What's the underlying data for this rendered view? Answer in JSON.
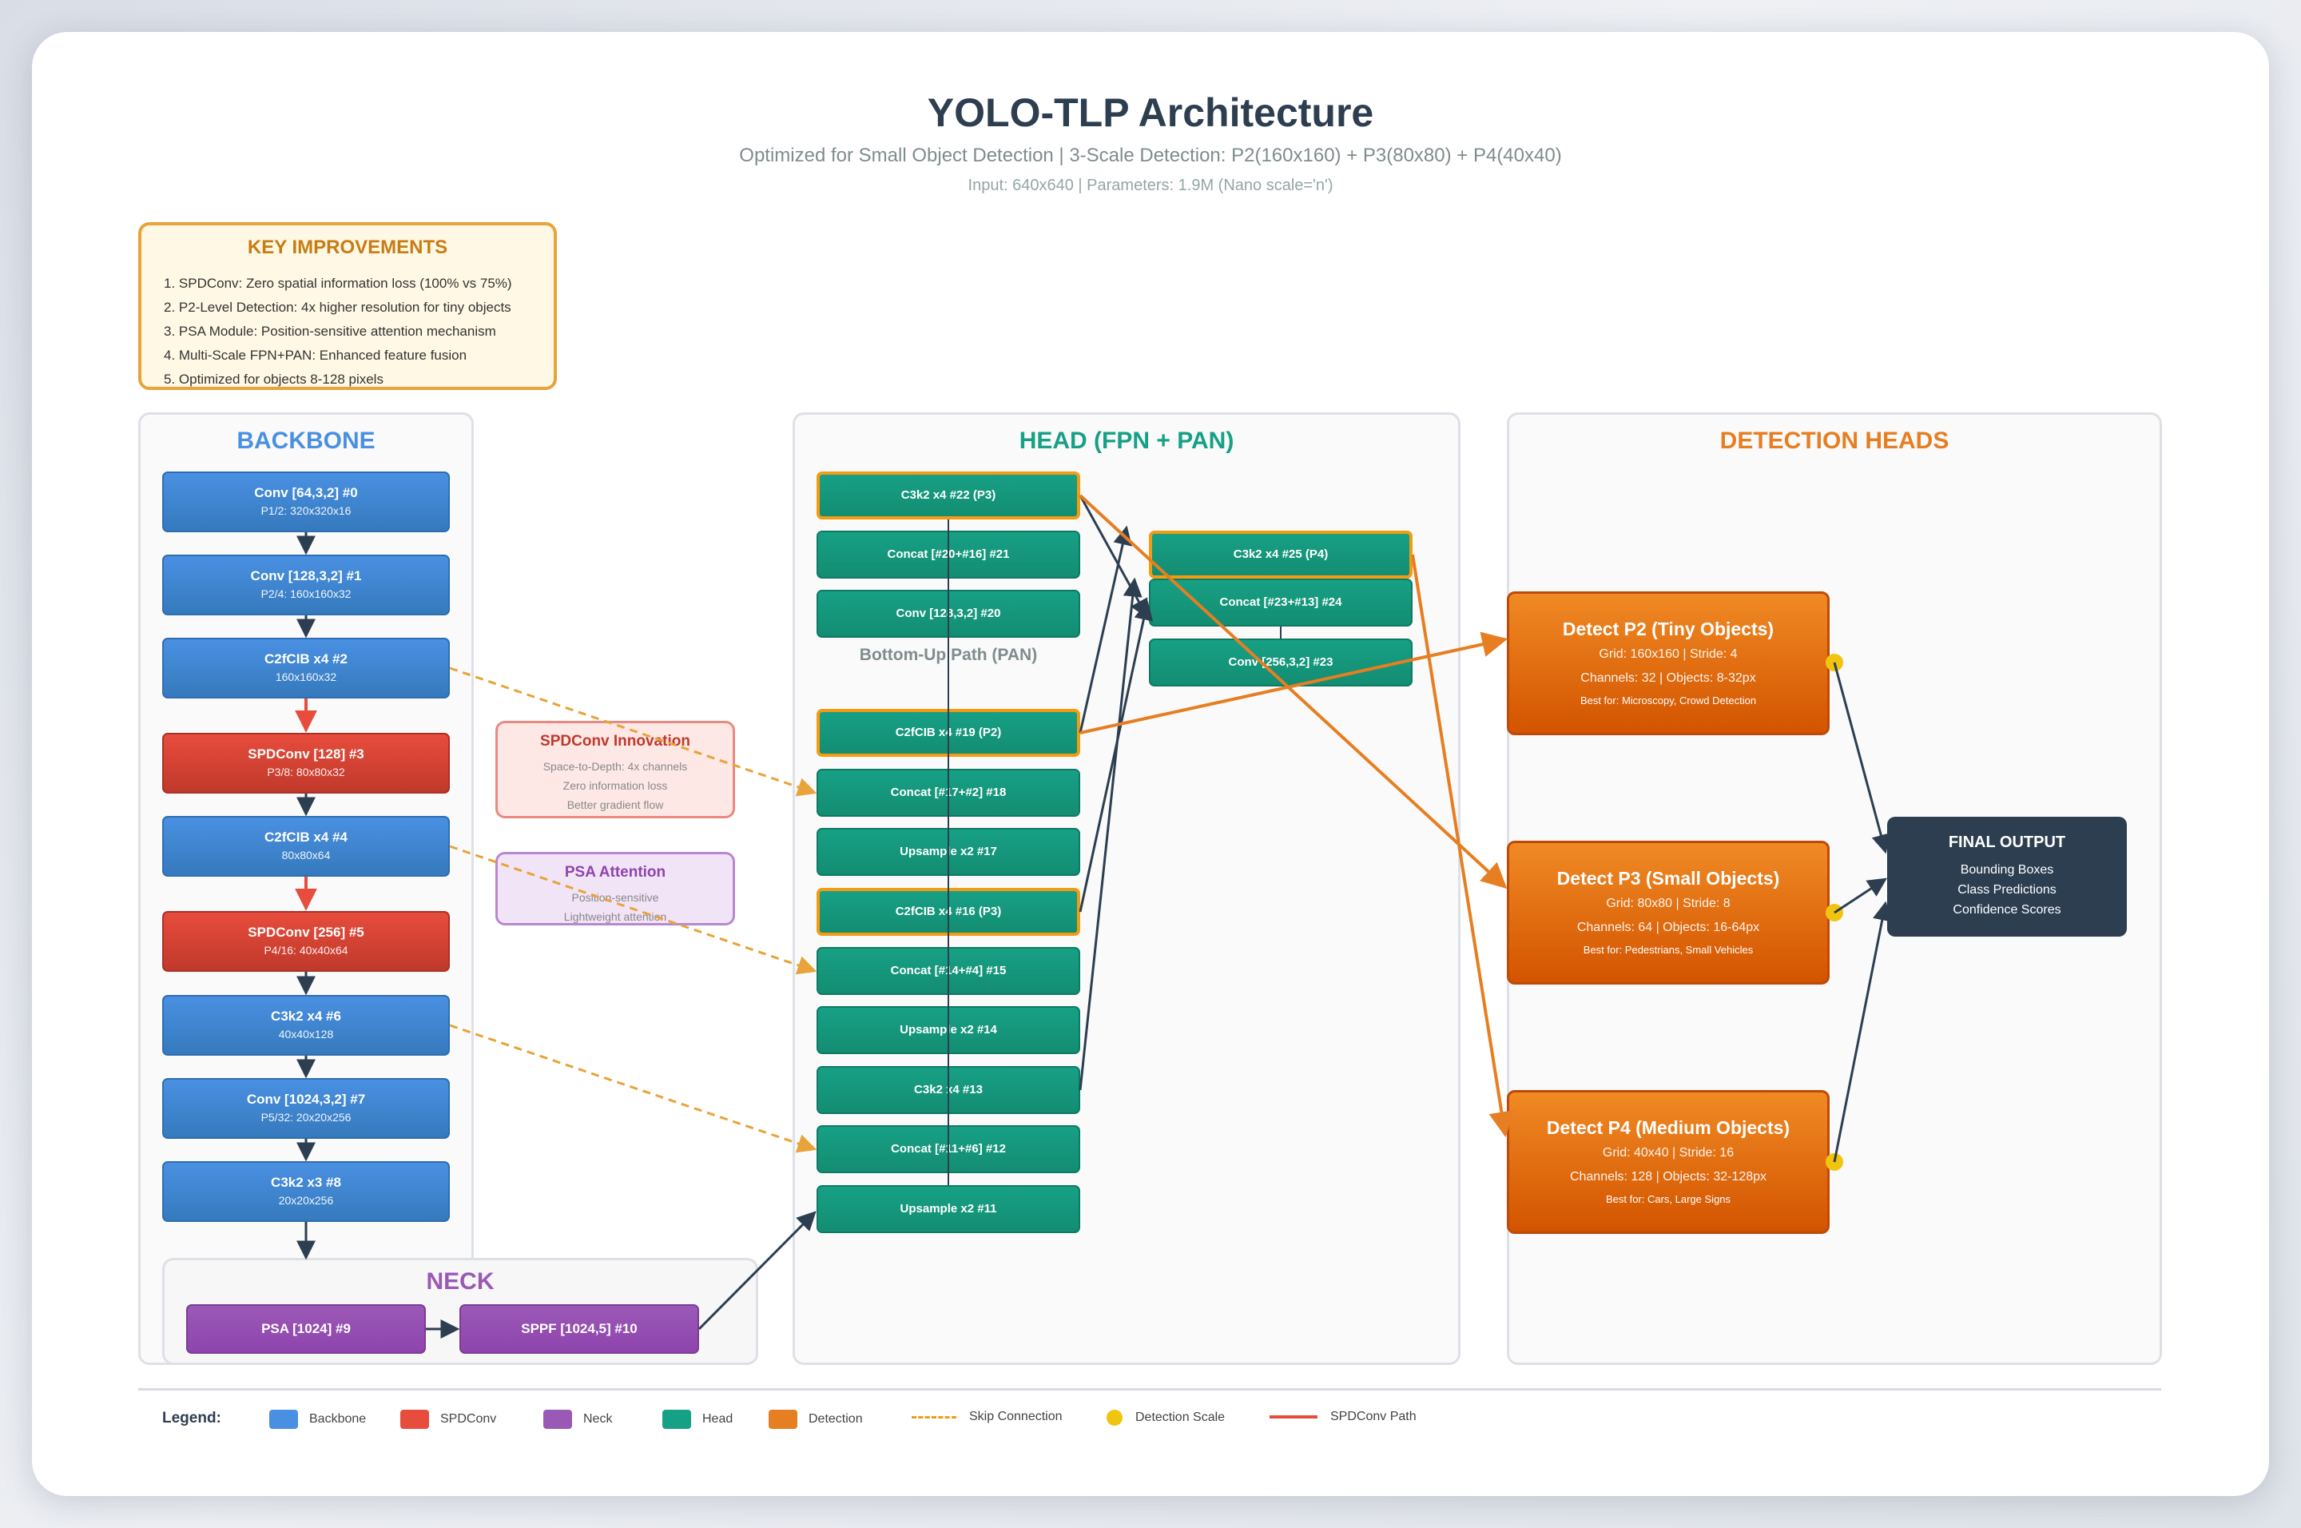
{
  "title": "YOLO-TLP Architecture",
  "subtitle": "Optimized for Small Object Detection | 3-Scale Detection: P2(160x160) + P3(80x80) + P4(40x40)",
  "info": "Input: 640x640 | Parameters: 1.9M (Nano scale='n')",
  "key_improvements": {
    "title": "KEY IMPROVEMENTS",
    "items": [
      "1. SPDConv: Zero spatial information loss (100% vs 75%)",
      "2. P2-Level Detection: 4x higher resolution for tiny objects",
      "3. PSA Module: Position-sensitive attention mechanism",
      "4. Multi-Scale FPN+PAN: Enhanced feature fusion",
      "5. Optimized for objects 8-128 pixels"
    ]
  },
  "panels": {
    "backbone": "BACKBONE",
    "head": "HEAD (FPN + PAN)",
    "detection": "DETECTION HEADS",
    "neck": "NECK"
  },
  "backbone": [
    {
      "title": "Conv [64,3,2] #0",
      "sub": "P1/2: 320x320x16",
      "kind": "bb"
    },
    {
      "title": "Conv [128,3,2] #1",
      "sub": "P2/4: 160x160x32",
      "kind": "bb"
    },
    {
      "title": "C2fCIB x4 #2",
      "sub": "160x160x32",
      "kind": "bb"
    },
    {
      "title": "SPDConv [128] #3",
      "sub": "P3/8: 80x80x32",
      "kind": "sp"
    },
    {
      "title": "C2fCIB x4 #4",
      "sub": "80x80x64",
      "kind": "bb"
    },
    {
      "title": "SPDConv [256] #5",
      "sub": "P4/16: 40x40x64",
      "kind": "sp"
    },
    {
      "title": "C3k2 x4 #6",
      "sub": "40x40x128",
      "kind": "bb"
    },
    {
      "title": "Conv [1024,3,2] #7",
      "sub": "P5/32: 20x20x256",
      "kind": "bb"
    },
    {
      "title": "C3k2 x3 #8",
      "sub": "20x20x256",
      "kind": "bb"
    }
  ],
  "neck": [
    {
      "title": "PSA [1024] #9"
    },
    {
      "title": "SPPF [1024,5] #10"
    }
  ],
  "head_col1": [
    {
      "title": "C3k2 x4 #22 (P3)",
      "highlight": true
    },
    {
      "title": "Concat [#20+#16] #21",
      "highlight": false
    },
    {
      "title": "Conv [128,3,2] #20",
      "highlight": false
    },
    {
      "title": "C2fCIB x4 #19 (P2)",
      "highlight": true
    },
    {
      "title": "Concat [#17+#2] #18",
      "highlight": false
    },
    {
      "title": "Upsample x2 #17",
      "highlight": false
    },
    {
      "title": "C2fCIB x4 #16 (P3)",
      "highlight": true
    },
    {
      "title": "Concat [#14+#4] #15",
      "highlight": false
    },
    {
      "title": "Upsample x2 #14",
      "highlight": false
    },
    {
      "title": "C3k2 x4 #13",
      "highlight": false
    },
    {
      "title": "Concat [#11+#6] #12",
      "highlight": false
    },
    {
      "title": "Upsample x2 #11",
      "highlight": false
    }
  ],
  "head_col2": [
    {
      "title": "C3k2 x4 #25 (P4)",
      "highlight": true
    },
    {
      "title": "Concat [#23+#13] #24",
      "highlight": false
    },
    {
      "title": "Conv [256,3,2] #23",
      "highlight": false
    }
  ],
  "bottom_up_label": "Bottom-Up Path (PAN)",
  "notes": {
    "spdconv": {
      "title": "SPDConv Innovation",
      "lines": [
        "Space-to-Depth: 4x channels",
        "Zero information loss",
        "Better gradient flow"
      ],
      "color": "#c0392b"
    },
    "psa": {
      "title": "PSA Attention",
      "lines": [
        "Position-sensitive",
        "Lightweight attention"
      ],
      "color": "#8e44ad"
    }
  },
  "detect": [
    {
      "title": "Detect P2 (Tiny Objects)",
      "grid": "Grid: 160x160 | Stride: 4",
      "channels": "Channels: 32 | Objects: 8-32px",
      "best": "Best for: Microscopy, Crowd Detection"
    },
    {
      "title": "Detect P3 (Small Objects)",
      "grid": "Grid: 80x80 | Stride: 8",
      "channels": "Channels: 64 | Objects: 16-64px",
      "best": "Best for: Pedestrians, Small Vehicles"
    },
    {
      "title": "Detect P4 (Medium Objects)",
      "grid": "Grid: 40x40 | Stride: 16",
      "channels": "Channels: 128 | Objects: 32-128px",
      "best": "Best for: Cars, Large Signs"
    }
  ],
  "final": {
    "title": "FINAL OUTPUT",
    "lines": [
      "Bounding Boxes",
      "Class Predictions",
      "Confidence Scores"
    ]
  },
  "legend": {
    "label": "Legend:",
    "items": [
      {
        "label": "Backbone",
        "color": "#4a90e2",
        "kind": "swatch"
      },
      {
        "label": "SPDConv",
        "color": "#e74c3c",
        "kind": "swatch"
      },
      {
        "label": "Neck",
        "color": "#9b59b6",
        "kind": "swatch"
      },
      {
        "label": "Head",
        "color": "#16a085",
        "kind": "swatch"
      },
      {
        "label": "Detection",
        "color": "#e67e22",
        "kind": "swatch"
      },
      {
        "label": "Skip Connection",
        "color": "#f39c12",
        "kind": "dashed"
      },
      {
        "label": "Detection Scale",
        "color": "#f1c40f",
        "kind": "dot"
      },
      {
        "label": "SPDConv Path",
        "color": "#e74c3c",
        "kind": "line"
      }
    ]
  },
  "colors": {
    "backbone": "#4a90e2",
    "spdconv": "#e74c3c",
    "neck": "#9b59b6",
    "head": "#16a085",
    "detection": "#e67e22",
    "skip": "#f39c12",
    "arrow": "#2c3e50",
    "output": "#2c3e50"
  }
}
